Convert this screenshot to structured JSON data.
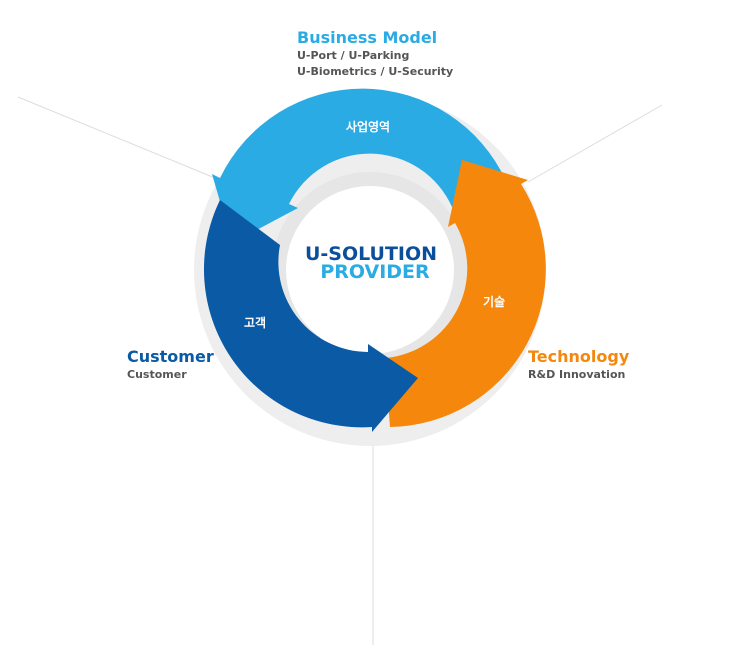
{
  "center": {
    "line1": "U-SOLUTION",
    "line2": "PROVIDER"
  },
  "segments": {
    "business": {
      "label": "사업영역"
    },
    "customer": {
      "label": "고객"
    },
    "technology": {
      "label": "기술"
    }
  },
  "blocks": {
    "business": {
      "title": "Business Model",
      "lines": [
        "U-Port / U-Parking",
        "U-Biometrics / U-Security"
      ]
    },
    "customer": {
      "title": "Customer",
      "lines": [
        "Customer"
      ]
    },
    "technology": {
      "title": "Technology",
      "lines": [
        "R&D Innovation"
      ]
    }
  },
  "colors": {
    "business": "#2aabe4",
    "customer": "#0b5aa6",
    "technology": "#f5870c",
    "center_dark": "#0b4f9c",
    "center_light": "#2aabe4",
    "ring_bg": "#eeeeee",
    "connector": "#dddddd"
  }
}
